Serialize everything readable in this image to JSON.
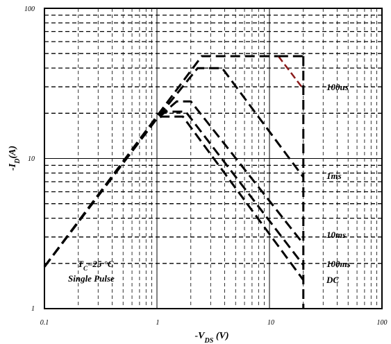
{
  "chart_data": {
    "type": "line",
    "xscale": "log",
    "yscale": "log",
    "xlim": [
      0.1,
      100
    ],
    "ylim": [
      1,
      100
    ],
    "grid": true,
    "x_ticks": [
      "0.1",
      "1",
      "10",
      "100"
    ],
    "y_ticks": [
      "1",
      "10",
      "100"
    ],
    "xlabel_main": "-V",
    "xlabel_sub": "DS",
    "xlabel_unit": " (V)",
    "ylabel_main": "-I",
    "ylabel_sub": "D",
    "ylabel_unit": "(A)",
    "annotation_line1_main": "T",
    "annotation_line1_sub": "C",
    "annotation_line1_rest": "=25 °C",
    "annotation_line2": "Single Pulse",
    "series": [
      {
        "name": "100us",
        "points": [
          [
            0.1,
            1.9
          ],
          [
            2.5,
            48
          ],
          [
            12,
            48
          ],
          [
            20,
            29
          ]
        ],
        "tail": [
          [
            12,
            48
          ],
          [
            20,
            29
          ]
        ],
        "tail_color": "#8b1a1a"
      },
      {
        "name": "1ms",
        "points": [
          [
            0.1,
            1.9
          ],
          [
            1.0,
            18.5
          ],
          [
            2.3,
            40
          ],
          [
            3.8,
            40
          ],
          [
            20,
            7.5
          ]
        ]
      },
      {
        "name": "10ms",
        "points": [
          [
            0.1,
            1.9
          ],
          [
            1.0,
            18.5
          ],
          [
            1.5,
            24
          ],
          [
            2.0,
            24
          ],
          [
            20,
            2.7
          ]
        ]
      },
      {
        "name": "100ms",
        "points": [
          [
            0.1,
            1.9
          ],
          [
            1.0,
            18.5
          ],
          [
            1.2,
            20.5
          ],
          [
            1.8,
            20.5
          ],
          [
            20,
            1.95
          ]
        ]
      },
      {
        "name": "DC",
        "points": [
          [
            0.1,
            1.9
          ],
          [
            1.0,
            18.5
          ],
          [
            1.1,
            19
          ],
          [
            1.7,
            19
          ],
          [
            20,
            1.55
          ]
        ]
      }
    ],
    "limit_lines": {
      "top_current": 48,
      "vertical_voltage": 20
    }
  },
  "labels": {
    "l100us": "100us",
    "l1ms": "1ms",
    "l10ms": "10ms",
    "l100ms": "100ms",
    "lDC": "DC"
  }
}
